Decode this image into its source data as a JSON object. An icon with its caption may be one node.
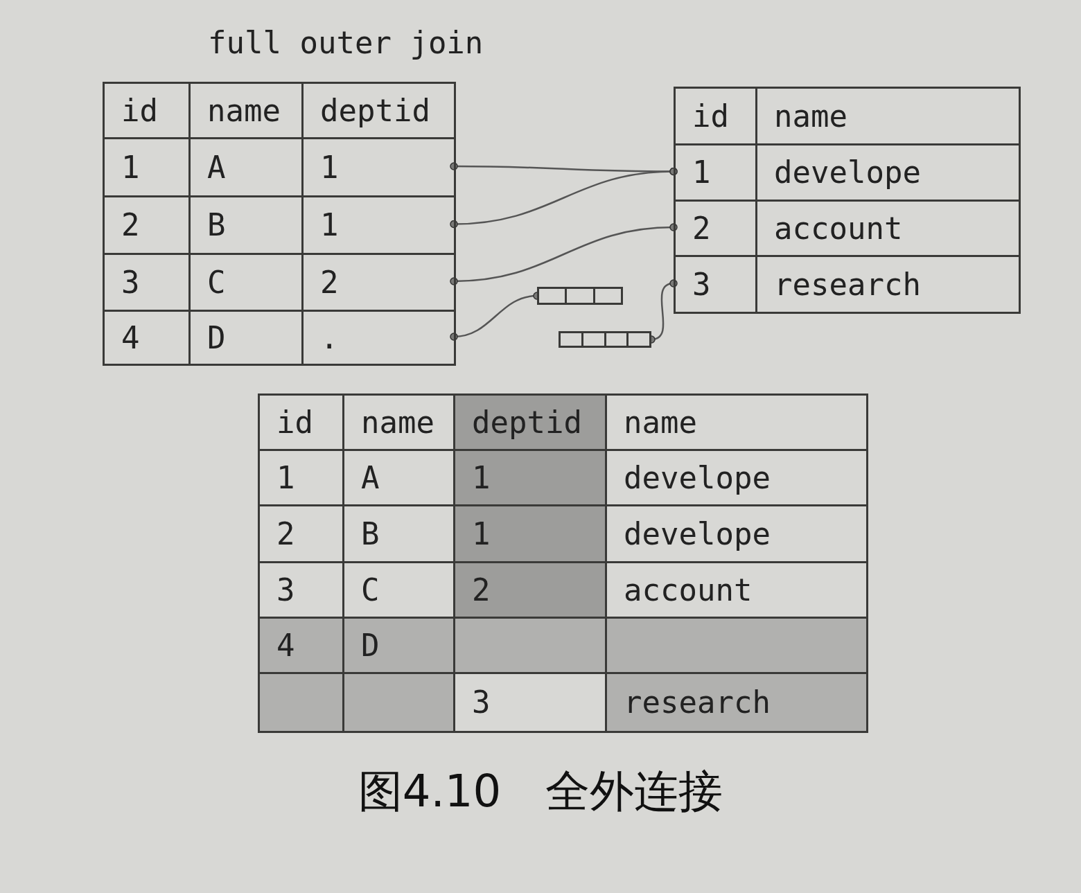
{
  "diagram": {
    "caption": "图4.10　全外连接",
    "nodes": [
      {
        "text": [
          "1"
        ]
      },
      {
        "text": [
          "1"
        ]
      },
      {
        "text": [
          "2"
        ]
      },
      {
        "text": [
          "."
        ]
      },
      {
        "text": [
          "1"
        ]
      },
      {
        "text": [
          "2"
        ]
      },
      {
        "text": [
          "3"
        ]
      },
      {
        "text": [],
        "shape": "bar"
      },
      {
        "text": [],
        "shape": "bar"
      }
    ],
    "edges": [
      {
        "from": 0,
        "to": 4,
        "arrow": "other"
      },
      {
        "from": 1,
        "to": 4,
        "arrow": "other"
      },
      {
        "from": 2,
        "to": 5,
        "arrow": "other"
      },
      {
        "from": 3,
        "to": 7,
        "arrow": "other"
      },
      {
        "from": 8,
        "to": 6,
        "arrow": "other"
      }
    ],
    "labels": [
      "full outer join",
      "id",
      "name",
      "deptid",
      "1",
      "A",
      "2",
      "B",
      "3",
      "C",
      "4",
      "D",
      "id",
      "name",
      "develope",
      "account",
      "research",
      "id",
      "name",
      "deptid",
      "name",
      "1",
      "A",
      "1",
      "develope",
      "2",
      "B",
      "1",
      "develope",
      "3",
      "C",
      "2",
      "account",
      "4",
      "D",
      "3",
      "research"
    ]
  }
}
